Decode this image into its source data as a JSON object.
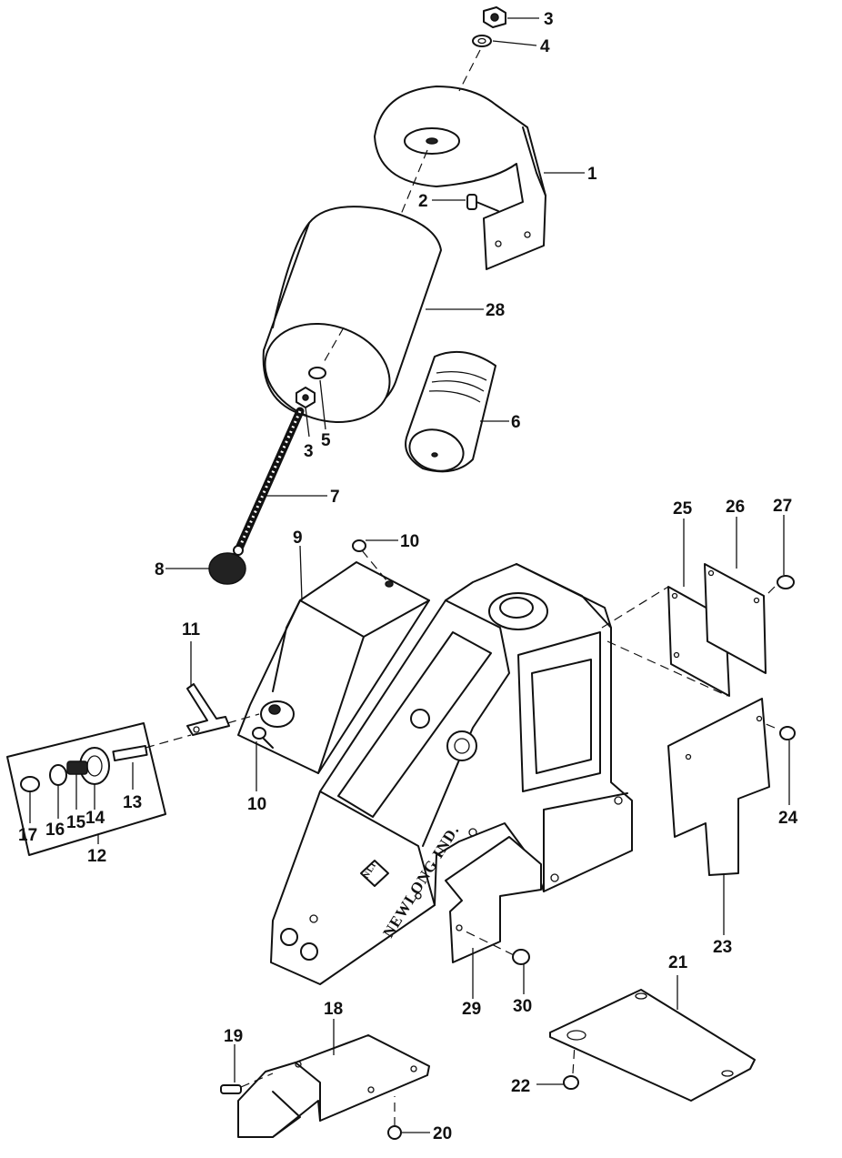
{
  "brand_text": "NEWLONG IND.",
  "logo_text": "NLI",
  "callouts": [
    "1",
    "2",
    "3",
    "4",
    "5",
    "6",
    "7",
    "8",
    "9",
    "10",
    "11",
    "12",
    "13",
    "14",
    "15",
    "16",
    "17",
    "18",
    "19",
    "20",
    "21",
    "22",
    "23",
    "24",
    "25",
    "26",
    "27",
    "28",
    "29",
    "30"
  ],
  "label_3b": "3",
  "label_10b": "10"
}
